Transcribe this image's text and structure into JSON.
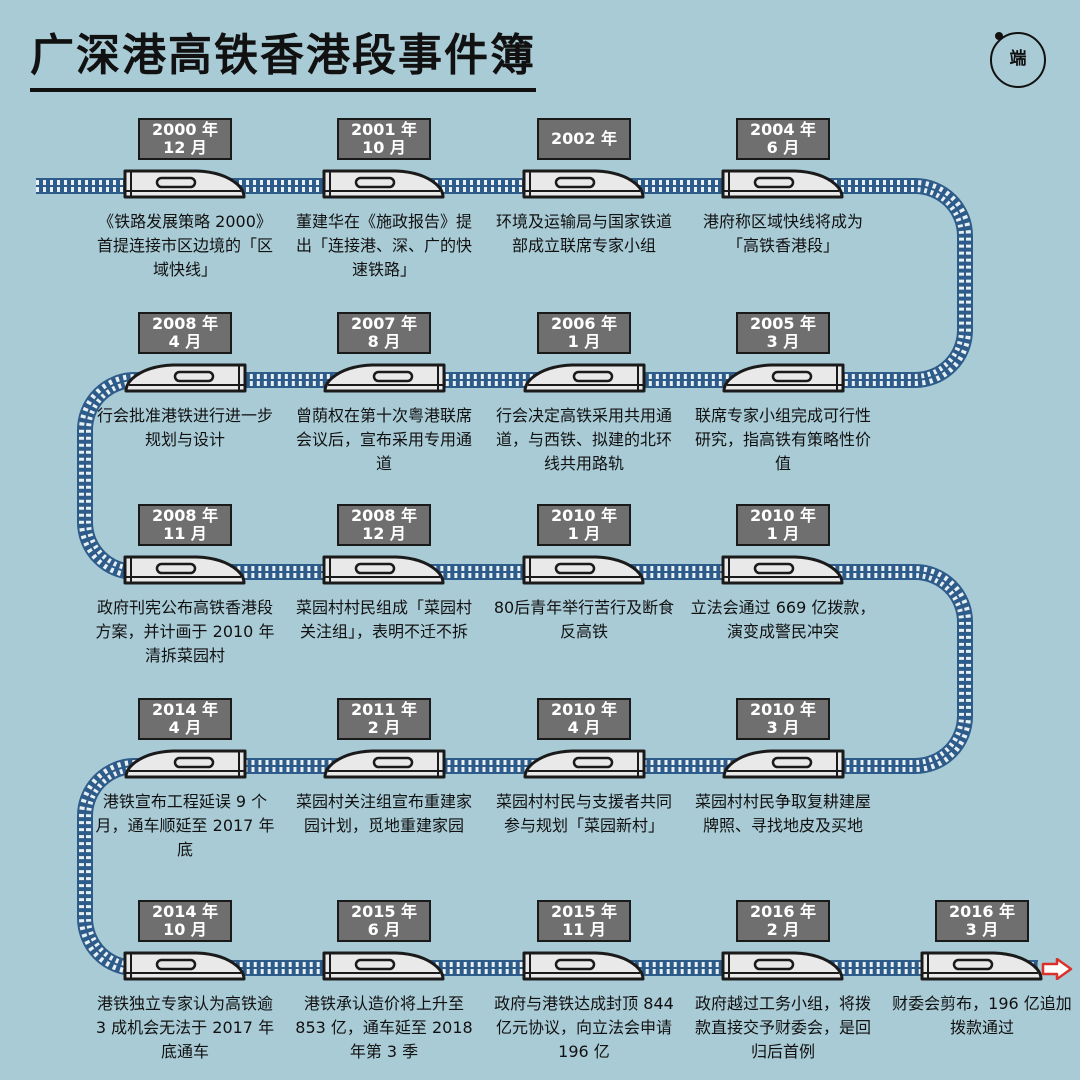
{
  "title": "广深港高铁香港段事件簿",
  "logo": "端",
  "events": [
    {
      "year": "2000 年",
      "month": "12 月",
      "text": "《铁路发展策略 2000》首提连接市区边境的「区域快线」"
    },
    {
      "year": "2001 年",
      "month": "10 月",
      "text": "董建华在《施政报告》提出「连接港、深、广的快速铁路」"
    },
    {
      "year": "2002 年",
      "month": "",
      "text": "环境及运输局与国家铁道部成立联席专家小组"
    },
    {
      "year": "2004 年",
      "month": "6 月",
      "text": "港府称区域快线将成为「高铁香港段」"
    },
    {
      "year": "2005 年",
      "month": "3 月",
      "text": "联席专家小组完成可行性研究，指高铁有策略性价值"
    },
    {
      "year": "2006 年",
      "month": "1 月",
      "text": "行会决定高铁采用共用通道，与西铁、拟建的北环线共用路轨"
    },
    {
      "year": "2007 年",
      "month": "8 月",
      "text": "曾荫权在第十次粤港联席会议后，宣布采用专用通道"
    },
    {
      "year": "2008 年",
      "month": "4 月",
      "text": "行会批准港铁进行进一步规划与设计"
    },
    {
      "year": "2008 年",
      "month": "11 月",
      "text": "政府刊宪公布高铁香港段方案，并计画于 2010 年清拆菜园村"
    },
    {
      "year": "2008 年",
      "month": "12 月",
      "text": "菜园村村民组成「菜园村关注组」，表明不迁不拆"
    },
    {
      "year": "2010 年",
      "month": "1 月",
      "text": "80后青年举行苦行及断食反高铁"
    },
    {
      "year": "2010 年",
      "month": "1 月",
      "text": "立法会通过 669 亿拨款，演变成警民冲突"
    },
    {
      "year": "2010 年",
      "month": "3 月",
      "text": "菜园村村民争取复耕建屋牌照、寻找地皮及买地"
    },
    {
      "year": "2010 年",
      "month": "4 月",
      "text": "菜园村村民与支援者共同参与规划「菜园新村」"
    },
    {
      "year": "2011 年",
      "month": "2 月",
      "text": "菜园村关注组宣布重建家园计划，觅地重建家园"
    },
    {
      "year": "2014 年",
      "month": "4 月",
      "text": "港铁宣布工程延误 9 个月，通车顺延至 2017 年底"
    },
    {
      "year": "2014 年",
      "month": "10 月",
      "text": "港铁独立专家认为高铁逾 3 成机会无法于 2017 年底通车"
    },
    {
      "year": "2015 年",
      "month": "6 月",
      "text": "港铁承认造价将上升至 853 亿，通车延至 2018 年第 3 季"
    },
    {
      "year": "2015 年",
      "month": "11 月",
      "text": "政府与港铁达成封顶 844 亿元协议，向立法会申请 196 亿"
    },
    {
      "year": "2016 年",
      "month": "2 月",
      "text": "政府越过工务小组，将拨款直接交予财委会，是回归后首例"
    },
    {
      "year": "2016 年",
      "month": "3 月",
      "text": "财委会剪布，196 亿追加拨款通过"
    }
  ],
  "colors": {
    "background": "#a9cbd6",
    "rail": "#2e5c8a",
    "sleeper": "#e8f0f4",
    "datebox": "#6f6f6f",
    "train": "#e9e9e9",
    "arrow": "#d9322b"
  }
}
